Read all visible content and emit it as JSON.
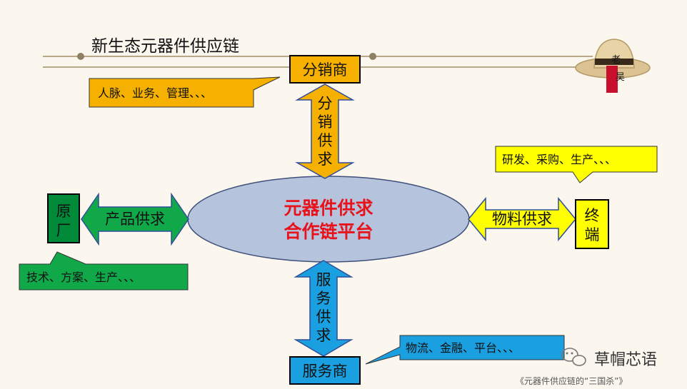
{
  "title": "新生态元器件供应链",
  "center": {
    "line1": "元器件供求",
    "line2": "合作链平台"
  },
  "nodes": {
    "top": "分销商",
    "left": [
      "原",
      "厂"
    ],
    "right": [
      "终",
      "端"
    ],
    "bottom": "服务商"
  },
  "arrows": {
    "top": [
      "分",
      "销",
      "供",
      "求"
    ],
    "left": "产品供求",
    "right": "物料供求",
    "bottom": [
      "服",
      "务",
      "供",
      "求"
    ]
  },
  "callouts": {
    "top": "人脉、业务、管理、、、",
    "right": "研发、采购、生产、、、",
    "left": "技术、方案、生产、、、",
    "bottom": "物流、金融、平台、、、"
  },
  "logo": {
    "chars": [
      "老",
      "吴"
    ]
  },
  "watermark": {
    "name": "草帽芯语"
  },
  "footer": "《元器件供应链的“三国杀”》",
  "colors": {
    "orange": "#f5b000",
    "yellow": "#ffff00",
    "green": "#11a84a",
    "darkGreen": "#008a3a",
    "blue": "#1aa0e0",
    "ellipse": "#b5c3dc",
    "red": "#e8121b"
  }
}
